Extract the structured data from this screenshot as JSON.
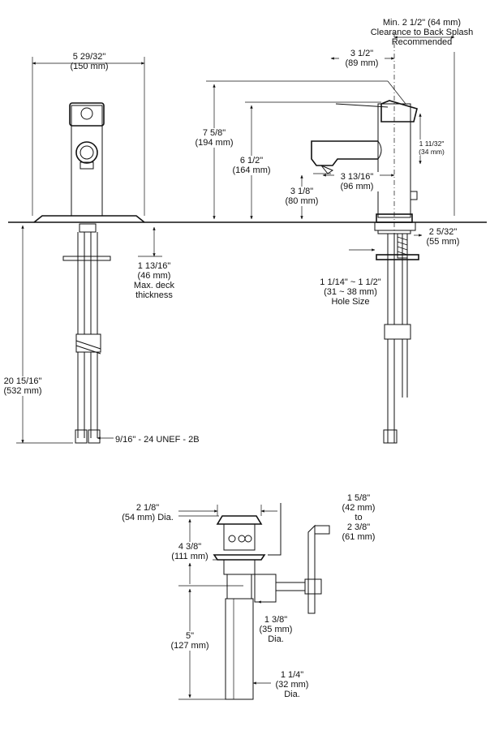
{
  "faucet_front": {
    "width": {
      "imperial": "5 29/32\"",
      "metric": "(150 mm)"
    },
    "deck_thickness": {
      "imperial": "1 13/16\"",
      "metric": "(46 mm)",
      "note1": "Max. deck",
      "note2": "thickness"
    },
    "total_height": {
      "imperial": "20 15/16\"",
      "metric": "(532 mm)"
    },
    "thread": "9/16\" - 24 UNEF - 2B"
  },
  "faucet_side": {
    "clearance": {
      "line1": "Min. 2 1/2\" (64 mm)",
      "line2": "Clearance to Back Splash",
      "line3": "Recommended"
    },
    "reach": {
      "imperial": "3 1/2\"",
      "metric": "(89 mm)"
    },
    "height_total": {
      "imperial": "7 5/8\"",
      "metric": "(194 mm)"
    },
    "height_handle": {
      "imperial": "6 1/2\"",
      "metric": "(164 mm)"
    },
    "handle_offset": {
      "imperial": "1 11/32\"",
      "metric": "(34 mm)"
    },
    "spout_reach": {
      "imperial": "3 13/16\"",
      "metric": "(96 mm)"
    },
    "spout_height": {
      "imperial": "3 1/8\"",
      "metric": "(80 mm)"
    },
    "base_diameter": {
      "imperial": "2 5/32\"",
      "metric": "(55 mm)"
    },
    "hole_size": {
      "imperial": "1 1/14\" ~ 1 1/2\"",
      "metric": "(31 ~ 38 mm)",
      "note": "Hole Size"
    }
  },
  "drain": {
    "flange_dia": {
      "imperial": "2 1/8\"",
      "metric": "(54 mm) Dia."
    },
    "flange_height": {
      "imperial": "4 3/8\"",
      "metric": "(111 mm)"
    },
    "body_length": {
      "imperial": "5\"",
      "metric": "(127 mm)"
    },
    "deck_range": {
      "imperial": "1 5/8\"",
      "metric": "(42 mm)",
      "to": "to",
      "imperial2": "2 3/8\"",
      "metric2": "(61 mm)"
    },
    "body_dia": {
      "imperial": "1 3/8\"",
      "metric": "(35 mm)",
      "note": "Dia."
    },
    "tail_dia": {
      "imperial": "1 1/4\"",
      "metric": "(32 mm)",
      "note": "Dia."
    }
  }
}
